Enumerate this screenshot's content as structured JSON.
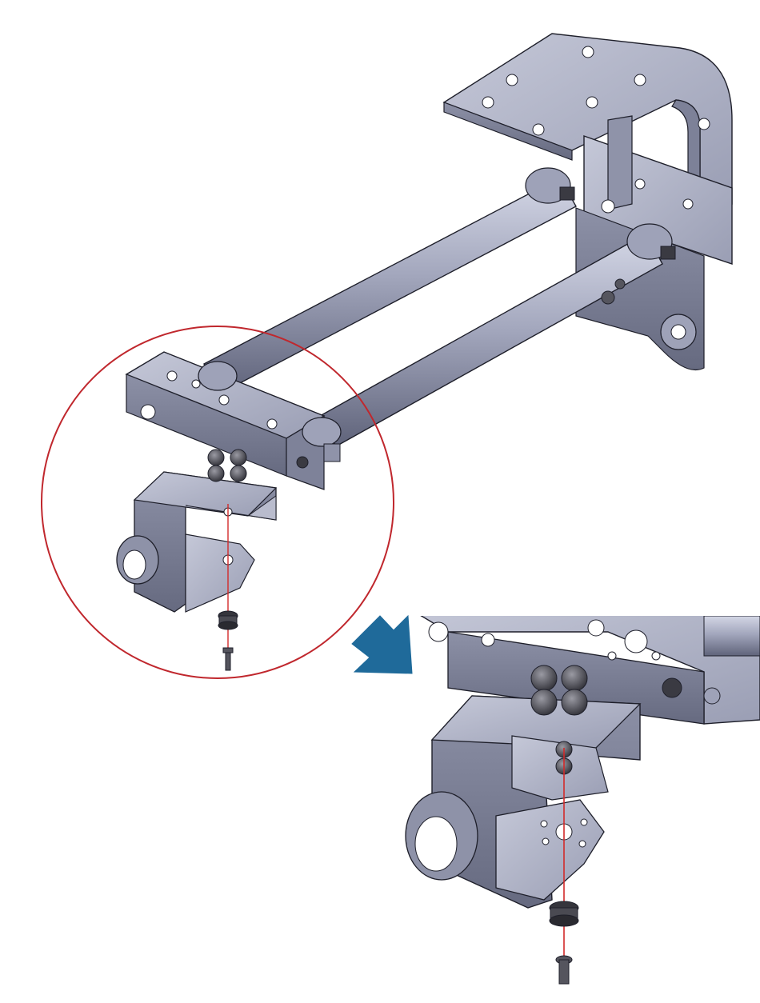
{
  "figure": {
    "callout_circle_color": "#c0272d",
    "arrow_color": "#1f6a9a",
    "assembly_axis_color": "#d22a2a",
    "metal_fill": "#a9adc2",
    "metal_light": "#c7cadb",
    "metal_dark": "#6c7089",
    "outline": "#1e1f2a",
    "hole_fill": "#ffffff",
    "nut_fill": "#4a4a52"
  },
  "views": [
    {
      "id": "main",
      "description_icon": "assembly-isometric-view"
    },
    {
      "id": "detail",
      "description_icon": "zoomed-detail-view"
    }
  ]
}
